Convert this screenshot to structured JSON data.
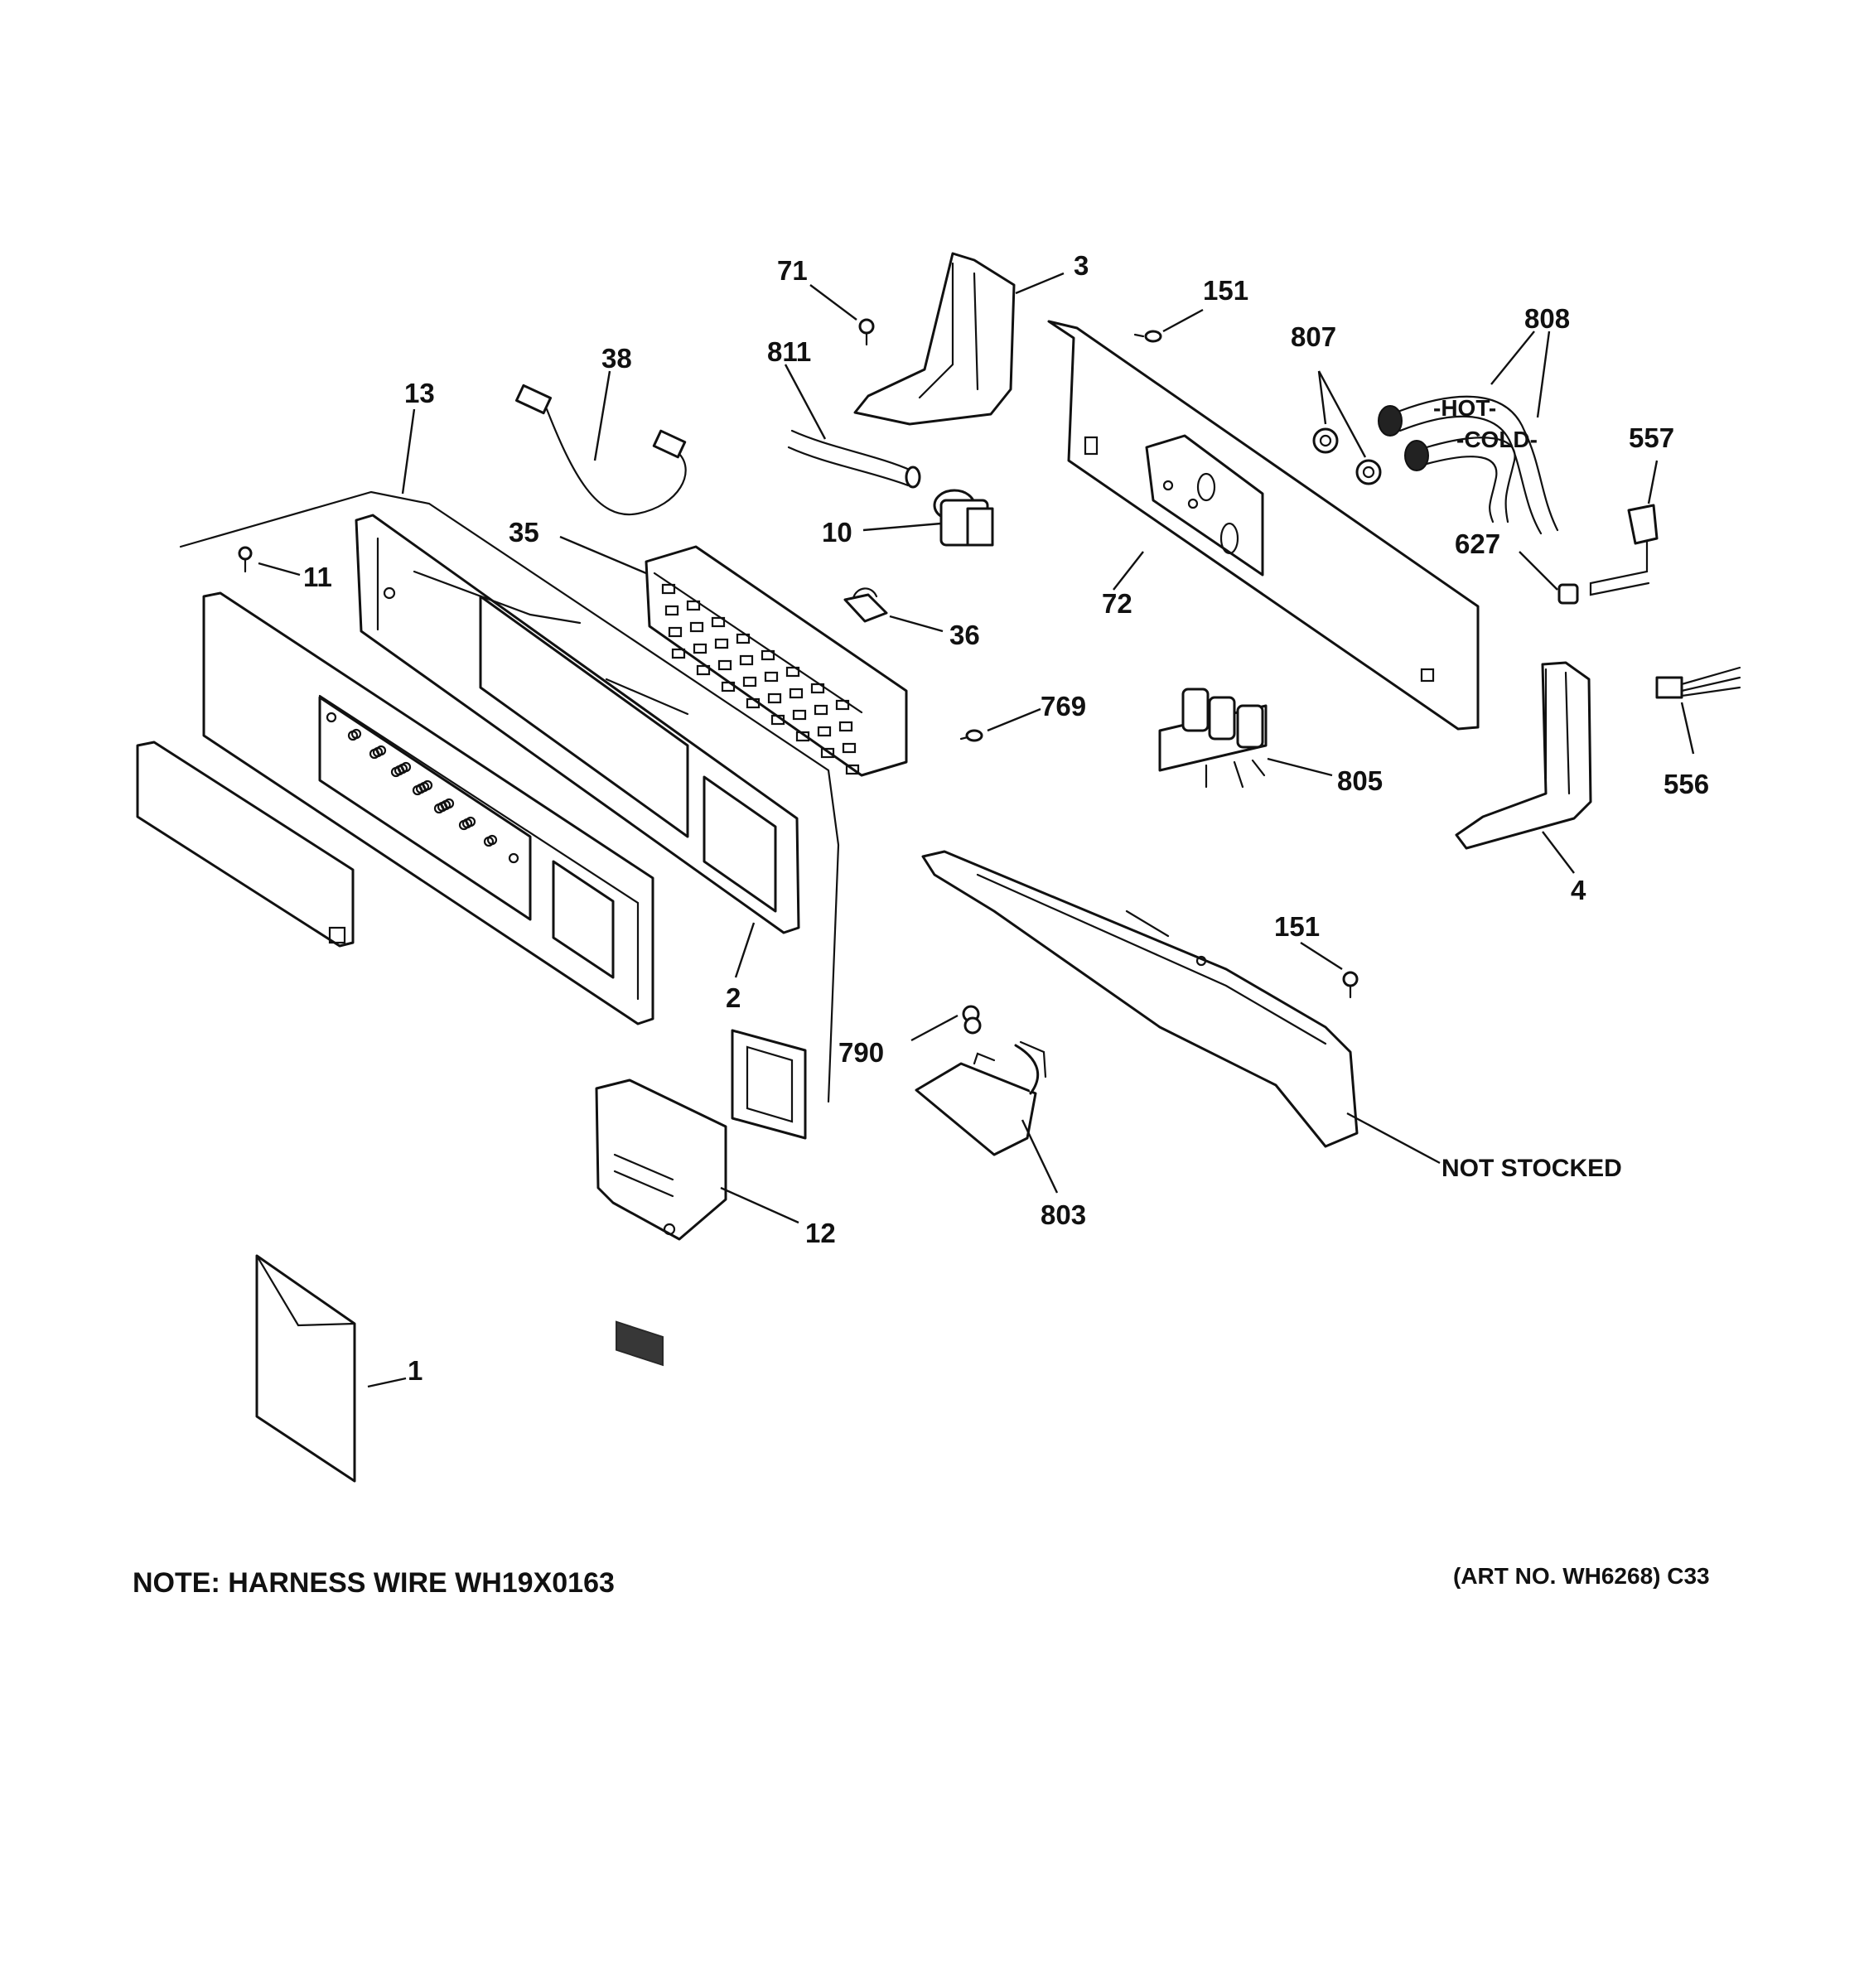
{
  "callouts": {
    "c71": "71",
    "c3": "3",
    "c151a": "151",
    "c807": "807",
    "c808": "808",
    "c38": "38",
    "c811": "811",
    "c13": "13",
    "c557": "557",
    "c35": "35",
    "c10": "10",
    "c627": "627",
    "c11": "11",
    "c36": "36",
    "c72": "72",
    "c769": "769",
    "c805": "805",
    "c556": "556",
    "c4": "4",
    "c151b": "151",
    "c2": "2",
    "c790": "790",
    "c803": "803",
    "c12": "12",
    "c1": "1"
  },
  "not_stocked": "NOT STOCKED",
  "note": "NOTE: HARNESS WIRE WH19X0163",
  "art_no": "(ART NO. WH6268) C33",
  "hose_labels": {
    "hot": "-HOT-",
    "cold": "-COLD-"
  }
}
